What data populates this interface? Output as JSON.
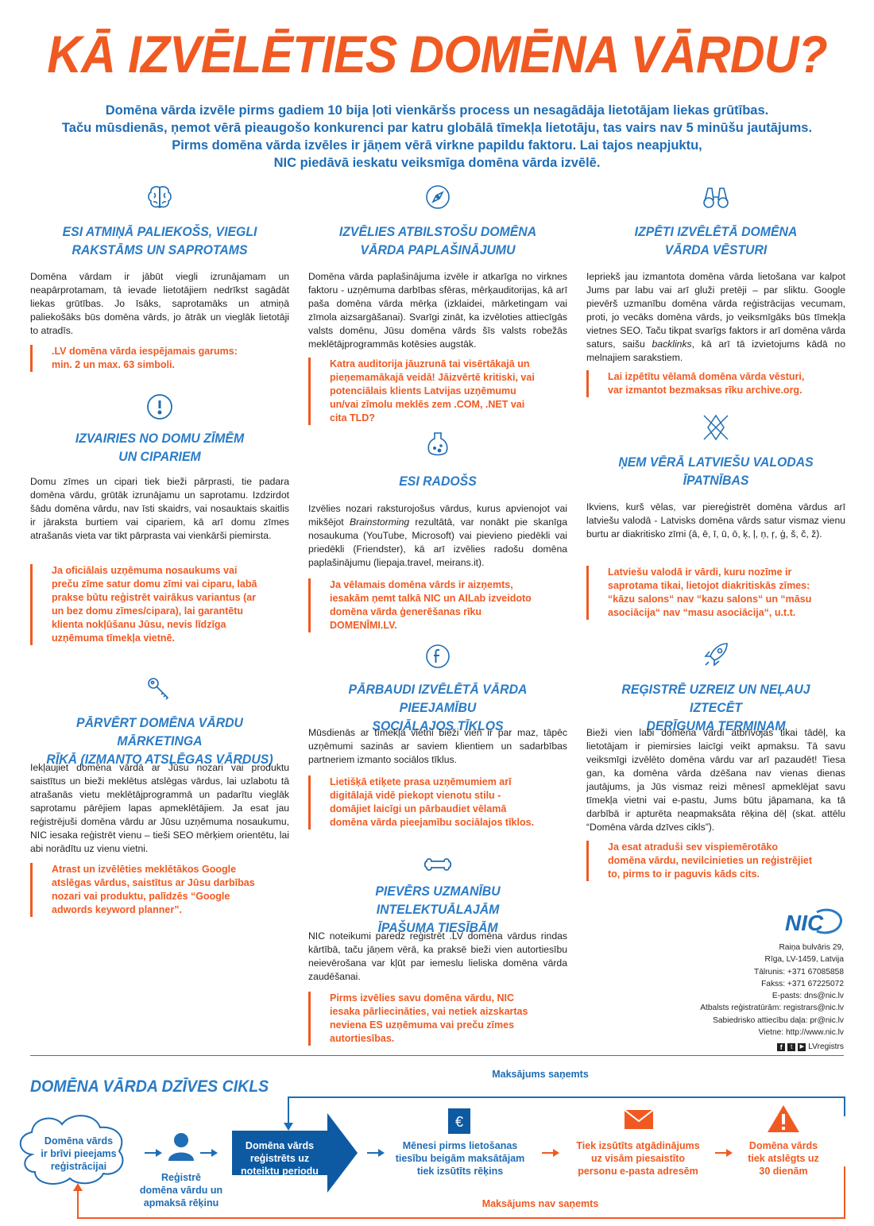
{
  "title": "KĀ IZVĒLĒTIES DOMĒNA VĀRDU?",
  "intro": [
    "Domēna vārda izvēle pirms gadiem 10 bija ļoti vienkāršs process un nesagādāja lietotājam liekas grūtības.",
    "Taču mūsdienās, ņemot vērā pieaugošo konkurenci par katru globālā tīmekļa lietotāju, tas vairs nav 5 minūšu jautājums.",
    "Pirms domēna vārda izvēles ir jāņem vērā virkne papildu faktoru. Lai tajos neapjuktu,",
    "NIC piedāvā ieskatu veiksmīga domēna vārda izvēlē."
  ],
  "sections": {
    "s1": {
      "icon": "brain-icon",
      "heading": [
        "ESI ATMIŅĀ PALIEKOŠS, VIEGLI",
        "RAKSTĀMS UN SAPROTAMS"
      ],
      "body": "Domēna vārdam ir jābūt viegli izrunājamam un neapārprotamam, tā ievade lietotājiem nedrīkst sagādāt liekas grūtības. Jo īsāks, saprotamāks un atmiņā paliekošāks būs domēna vārds, jo ātrāk un vieglāk lietotāji to atradīs.",
      "highlight": ".LV domēna vārda iespējamais garums: min. 2 un max. 63 simboli."
    },
    "s2": {
      "icon": "compass-icon",
      "heading": [
        "IZVĒLIES ATBILSTOŠU DOMĒNA",
        "VĀRDA PAPLAŠINĀJUMU"
      ],
      "body": "Domēna vārda paplašinājuma izvēle ir atkarīga no virknes faktoru - uzņēmuma darbības sfēras, mērķauditorijas, kā arī paša domēna vārda mērķa (izklaidei, mārketingam vai zīmola aizsargāšanai). Svarīgi zināt, ka izvēloties attiecīgās valsts domēnu, Jūsu domēna vārds šīs valsts robežās meklētājprogrammās kotēsies augstāk.",
      "highlight": "Katra auditorija jāuzrunā tai visērtākajā un pieņemamākajā veidā! Jāizvērtē kritiski, vai potenciālais klients Latvijas uzņēmumu un/vai zīmolu meklēs zem .COM, .NET vai cita TLD?"
    },
    "s3": {
      "icon": "binoculars-icon",
      "heading": [
        "IZPĒTI IZVĒLĒTĀ DOMĒNA",
        "VĀRDA VĒSTURI"
      ],
      "body_parts": [
        "Iepriekš jau izmantota domēna vārda lietošana var kalpot Jums par labu vai arī gluži pretēji – par sliktu. Google pievērš uzmanību domēna vārda reģistrācijas vecumam, proti, jo vecāks domēna vārds, jo veiksmīgāks būs tīmekļa vietnes SEO. Taču tikpat svarīgs faktors ir arī domēna vārda saturs, saišu ",
        "backlinks",
        ", kā arī tā izvietojums kādā no melnajiem sarakstiem."
      ],
      "highlight": "Lai izpētītu vēlamā domēna vārda vēsturi, var izmantot bezmaksas rīku archive.org."
    },
    "s4": {
      "icon": "exclamation-circle-icon",
      "heading": [
        "IZVAIRIES NO DOMU ZĪMĒM",
        "UN CIPARIEM"
      ],
      "body": "Domu zīmes un cipari tiek bieži pārprasti, tie padara domēna vārdu, grūtāk izrunājamu un saprotamu. Izdzirdot šādu domēna vārdu, nav īsti skaidrs, vai nosauktais skaitlis ir jāraksta burtiem vai cipariem, kā arī domu zīmes atrašanās vieta var tikt pārprasta vai vienkārši piemirsta.",
      "highlight": "Ja oficiālais uzņēmuma nosaukums vai preču zīme satur domu zīmi vai ciparu, labā prakse būtu reģistrēt vairākus variantus (ar un bez domu zīmes/cipara), lai garantētu klienta nokļūšanu Jūsu, nevis līdzīga uzņēmuma tīmekļa vietnē."
    },
    "s5": {
      "icon": "potion-jar-icon",
      "heading": [
        "ESI RADOŠS"
      ],
      "body_parts": [
        "Izvēlies nozari raksturojošus vārdus, kurus apvienojot vai mikšējot ",
        "Brainstorming",
        " rezultātā, var nonākt pie skanīga nosaukuma (YouTube, Microsoft) vai pievieno piedēkli vai priedēkli (Friendster), kā arī izvēlies radošu domēna paplašinājumu (liepaja.travel, meirans.it)."
      ],
      "highlight": "Ja vēlamais domēna vārds ir aizņemts, iesakām ņemt talkā NIC un AILab izveidoto domēna vārda ģenerēšanas rīku DOMENĪMI.LV."
    },
    "s6": {
      "icon": "diacritic-cross-icon",
      "heading": [
        "ŅEM VĒRĀ LATVIEŠU VALODAS",
        "ĪPATNĪBAS"
      ],
      "body": "Ikviens, kurš vēlas, var piereģistrēt domēna vārdus arī latviešu valodā - Latvisks domēna vārds satur vismaz vienu burtu ar diakritisko zīmi (ā, ē, ī, ū, ō, ķ, ļ, ņ, ŗ, ģ, š, č, ž).",
      "highlight": "Latviešu valodā ir vārdi, kuru nozīme ir saprotama tikai, lietojot diakritiskās zīmes: “kāzu salons“ nav “kazu salons“ un “māsu asociācija“ nav “masu asociācija“, u.t.t."
    },
    "s7": {
      "icon": "key-icon",
      "heading": [
        "PĀRVĒRT DOMĒNA VĀRDU MĀRKETINGA",
        "RĪKĀ (IZMANTO ATSLĒGAS VĀRDUS)"
      ],
      "body": "Iekļaujiet domēna vārdā ar Jūsu nozari vai produktu saistītus un bieži meklētus atslēgas vārdus, lai uzlabotu tā atrašanās vietu meklētājprogrammā un padarītu vieglāk saprotamu pārējiem lapas apmeklētājiem. Ja esat jau reģistrējuši domēna vārdu ar Jūsu uzņēmuma nosaukumu, NIC iesaka reģistrēt vienu – tieši SEO mērķiem orientētu, lai abi norādītu uz vienu vietni.",
      "highlight": "Atrast un izvēlēties meklētākos Google atslēgas vārdus, saistītus ar Jūsu darbības nozari vai produktu, palīdzēs “Google adwords keyword planner”."
    },
    "s8": {
      "icon": "facebook-icon",
      "heading": [
        "PĀRBAUDI IZVĒLĒTĀ VĀRDA PIEEJAMĪBU",
        "SOCIĀLAJOS TĪKLOS"
      ],
      "body": "Mūsdienās ar tīmekļa vietni bieži vien ir par maz, tāpēc uzņēmumi sazinās ar saviem klientiem un sadarbības partneriem izmanto sociālos tīklus.",
      "highlight": "Lietišķā etiķete prasa uzņēmumiem arī digitālajā vidē piekopt vienotu stilu - domājiet laicīgi un pārbaudiet vēlamā domēna vārda pieejamību sociālajos tīklos."
    },
    "s9": {
      "icon": "rocket-icon",
      "heading": [
        "REĢISTRĒ UZREIZ UN NEĻAUJ IZTECĒT",
        "DERĪGUMA TERMIŅAM"
      ],
      "body": "Bieži vien labi domēna vārdi atbrīvojas tikai tādēļ, ka lietotājam ir piemirsies laicīgi veikt apmaksu. Tā savu veiksmīgi izvēlēto domēna vārdu var arī pazaudēt! Tiesa gan, ka domēna vārda dzēšana nav vienas dienas jautājums, ja Jūs vismaz reizi mēnesī apmeklējat savu tīmekļa vietni vai e-pastu, Jums būtu jāpamana, ka tā darbībā ir apturēta neapmaksāta rēķina dēļ (skat. attēlu “Domēna vārda dzīves cikls”).",
      "highlight": "Ja esat atraduši sev vispiemērotāko domēna vārdu, nevilcinieties un reģistrējiet to, pirms to ir paguvis kāds cits."
    },
    "s10": {
      "icon": "bone-icon",
      "heading": [
        "PIEVĒRS UZMANĪBU INTELEKTUĀLAJĀM",
        "ĪPAŠUMA TIESĪBĀM"
      ],
      "body": "NIC noteikumi paredz reģistrēt .LV domēna vārdus rindas kārtībā, taču jāņem vērā, ka praksē bieži vien autortiesību neievērošana var kļūt par iemeslu lieliska domēna vārda zaudēšanai.",
      "highlight": "Pirms izvēlies savu domēna vārdu, NIC iesaka pārliecināties, vai netiek aizskartas neviena ES uzņēmuma vai preču zīmes autortiesības."
    }
  },
  "logo": {
    "text": "NIC"
  },
  "contact": [
    "Raiņa bulvāris 29,",
    "Rīga, LV-1459, Latvija",
    "Tālrunis: +371 67085858",
    "Fakss: +371 67225072",
    "E-pasts: dns@nic.lv",
    "Atbalsts reģistratūrām: registrars@nic.lv",
    "Sabiedrisko attiecību daļa: pr@nic.lv",
    "Vietne: http://www.nic.lv"
  ],
  "social": {
    "handle": "LVregistrs",
    "icons": [
      "facebook-icon",
      "twitter-icon",
      "youtube-icon"
    ]
  },
  "lifecycle": {
    "title": "DOMĒNA VĀRDA DZĪVES CIKLS",
    "payment_received": "Maksājums saņemts",
    "payment_not_received": "Maksājums nav saņemts",
    "step1": [
      "Domēna vārds",
      "ir brīvi pieejams",
      "reģistrācijai"
    ],
    "step2": [
      "Reģistrē",
      "domēna vārdu un",
      "apmaksā rēķinu"
    ],
    "step3": [
      "Domēna vārds",
      "reģistrēts uz",
      "noteiktu periodu"
    ],
    "step4": [
      "Mēnesi pirms lietošanas",
      "tiesību beigām  maksātājam",
      "tiek izsūtīts rēķins"
    ],
    "step5": [
      "Tiek izsūtīts atgādinājums",
      "uz visām piesaistīto",
      "personu e-pasta adresēm"
    ],
    "step6": [
      "Domēna vārds",
      "tiek atslēgts uz",
      "30 dienām"
    ],
    "colors": {
      "blue": "#1e6db5",
      "orange": "#f05a22",
      "dark_blue": "#0d5aa3"
    }
  }
}
